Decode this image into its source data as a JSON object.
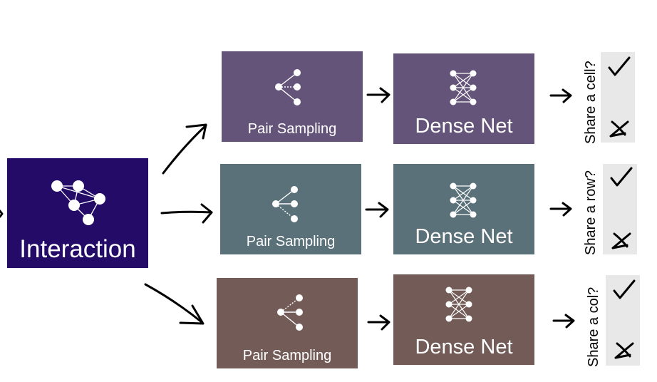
{
  "source": {
    "label": "Interaction",
    "icon": "graph-network-icon"
  },
  "branches": [
    {
      "sampler": "Pair Sampling",
      "model": "Dense Net",
      "question": "Share a cell?",
      "color": "#655479"
    },
    {
      "sampler": "Pair Sampling",
      "model": "Dense Net",
      "question": "Share a row?",
      "color": "#5b717a"
    },
    {
      "sampler": "Pair Sampling",
      "model": "Dense Net",
      "question": "Share a col?",
      "color": "#735c58"
    }
  ],
  "outcomes": {
    "yes_icon": "checkmark-icon",
    "no_icon": "cross-icon"
  },
  "colors": {
    "interaction": "#230b67",
    "outcome_panel": "#e8e8e8"
  }
}
